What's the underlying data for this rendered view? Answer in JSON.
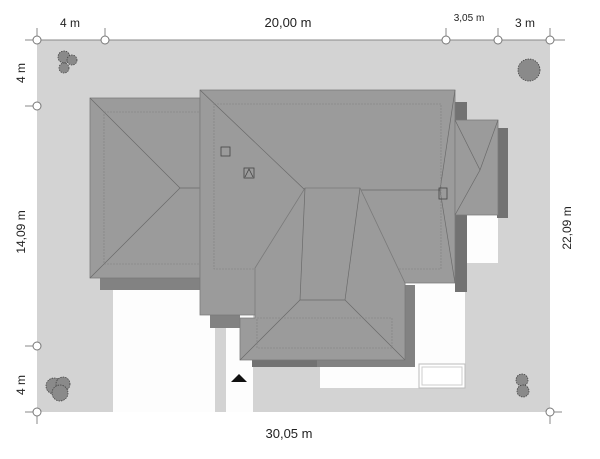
{
  "dimensions": {
    "top_left": "4 m",
    "top_middle": "20,00 m",
    "top_right_small": "3,05 m",
    "top_right": "3 m",
    "left_top": "4 m",
    "left_middle": "14,09 m",
    "left_bottom": "4 m",
    "right": "22,09 m",
    "bottom": "30,05 m"
  },
  "colors": {
    "plot": "#d3d3d3",
    "roof": "#9b9b9b",
    "shadow": "#727272",
    "paving": "#ffffff"
  }
}
